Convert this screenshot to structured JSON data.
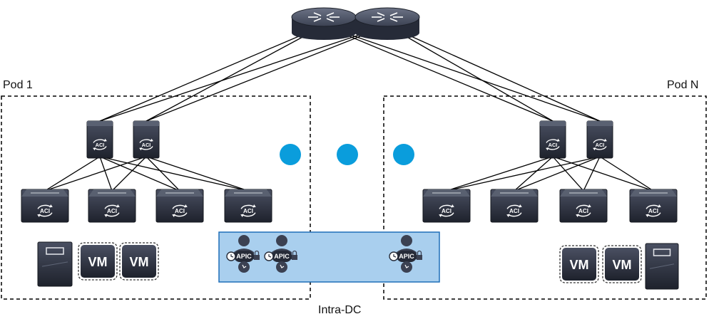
{
  "labels": {
    "pod_left": "Pod 1",
    "pod_right": "Pod N",
    "bottom": "Intra-DC"
  },
  "icons": {
    "switch_text": "ACI",
    "vm_text": "VM",
    "apic_text": "APIC"
  },
  "colors": {
    "device_dark": "#252a36",
    "device_top": "#3a4050",
    "apic_cluster_fill": "#a9cfee",
    "apic_cluster_border": "#1f6fb8",
    "dot": "#0a9ddc",
    "dashed_border": "#000000",
    "link": "#000000"
  }
}
